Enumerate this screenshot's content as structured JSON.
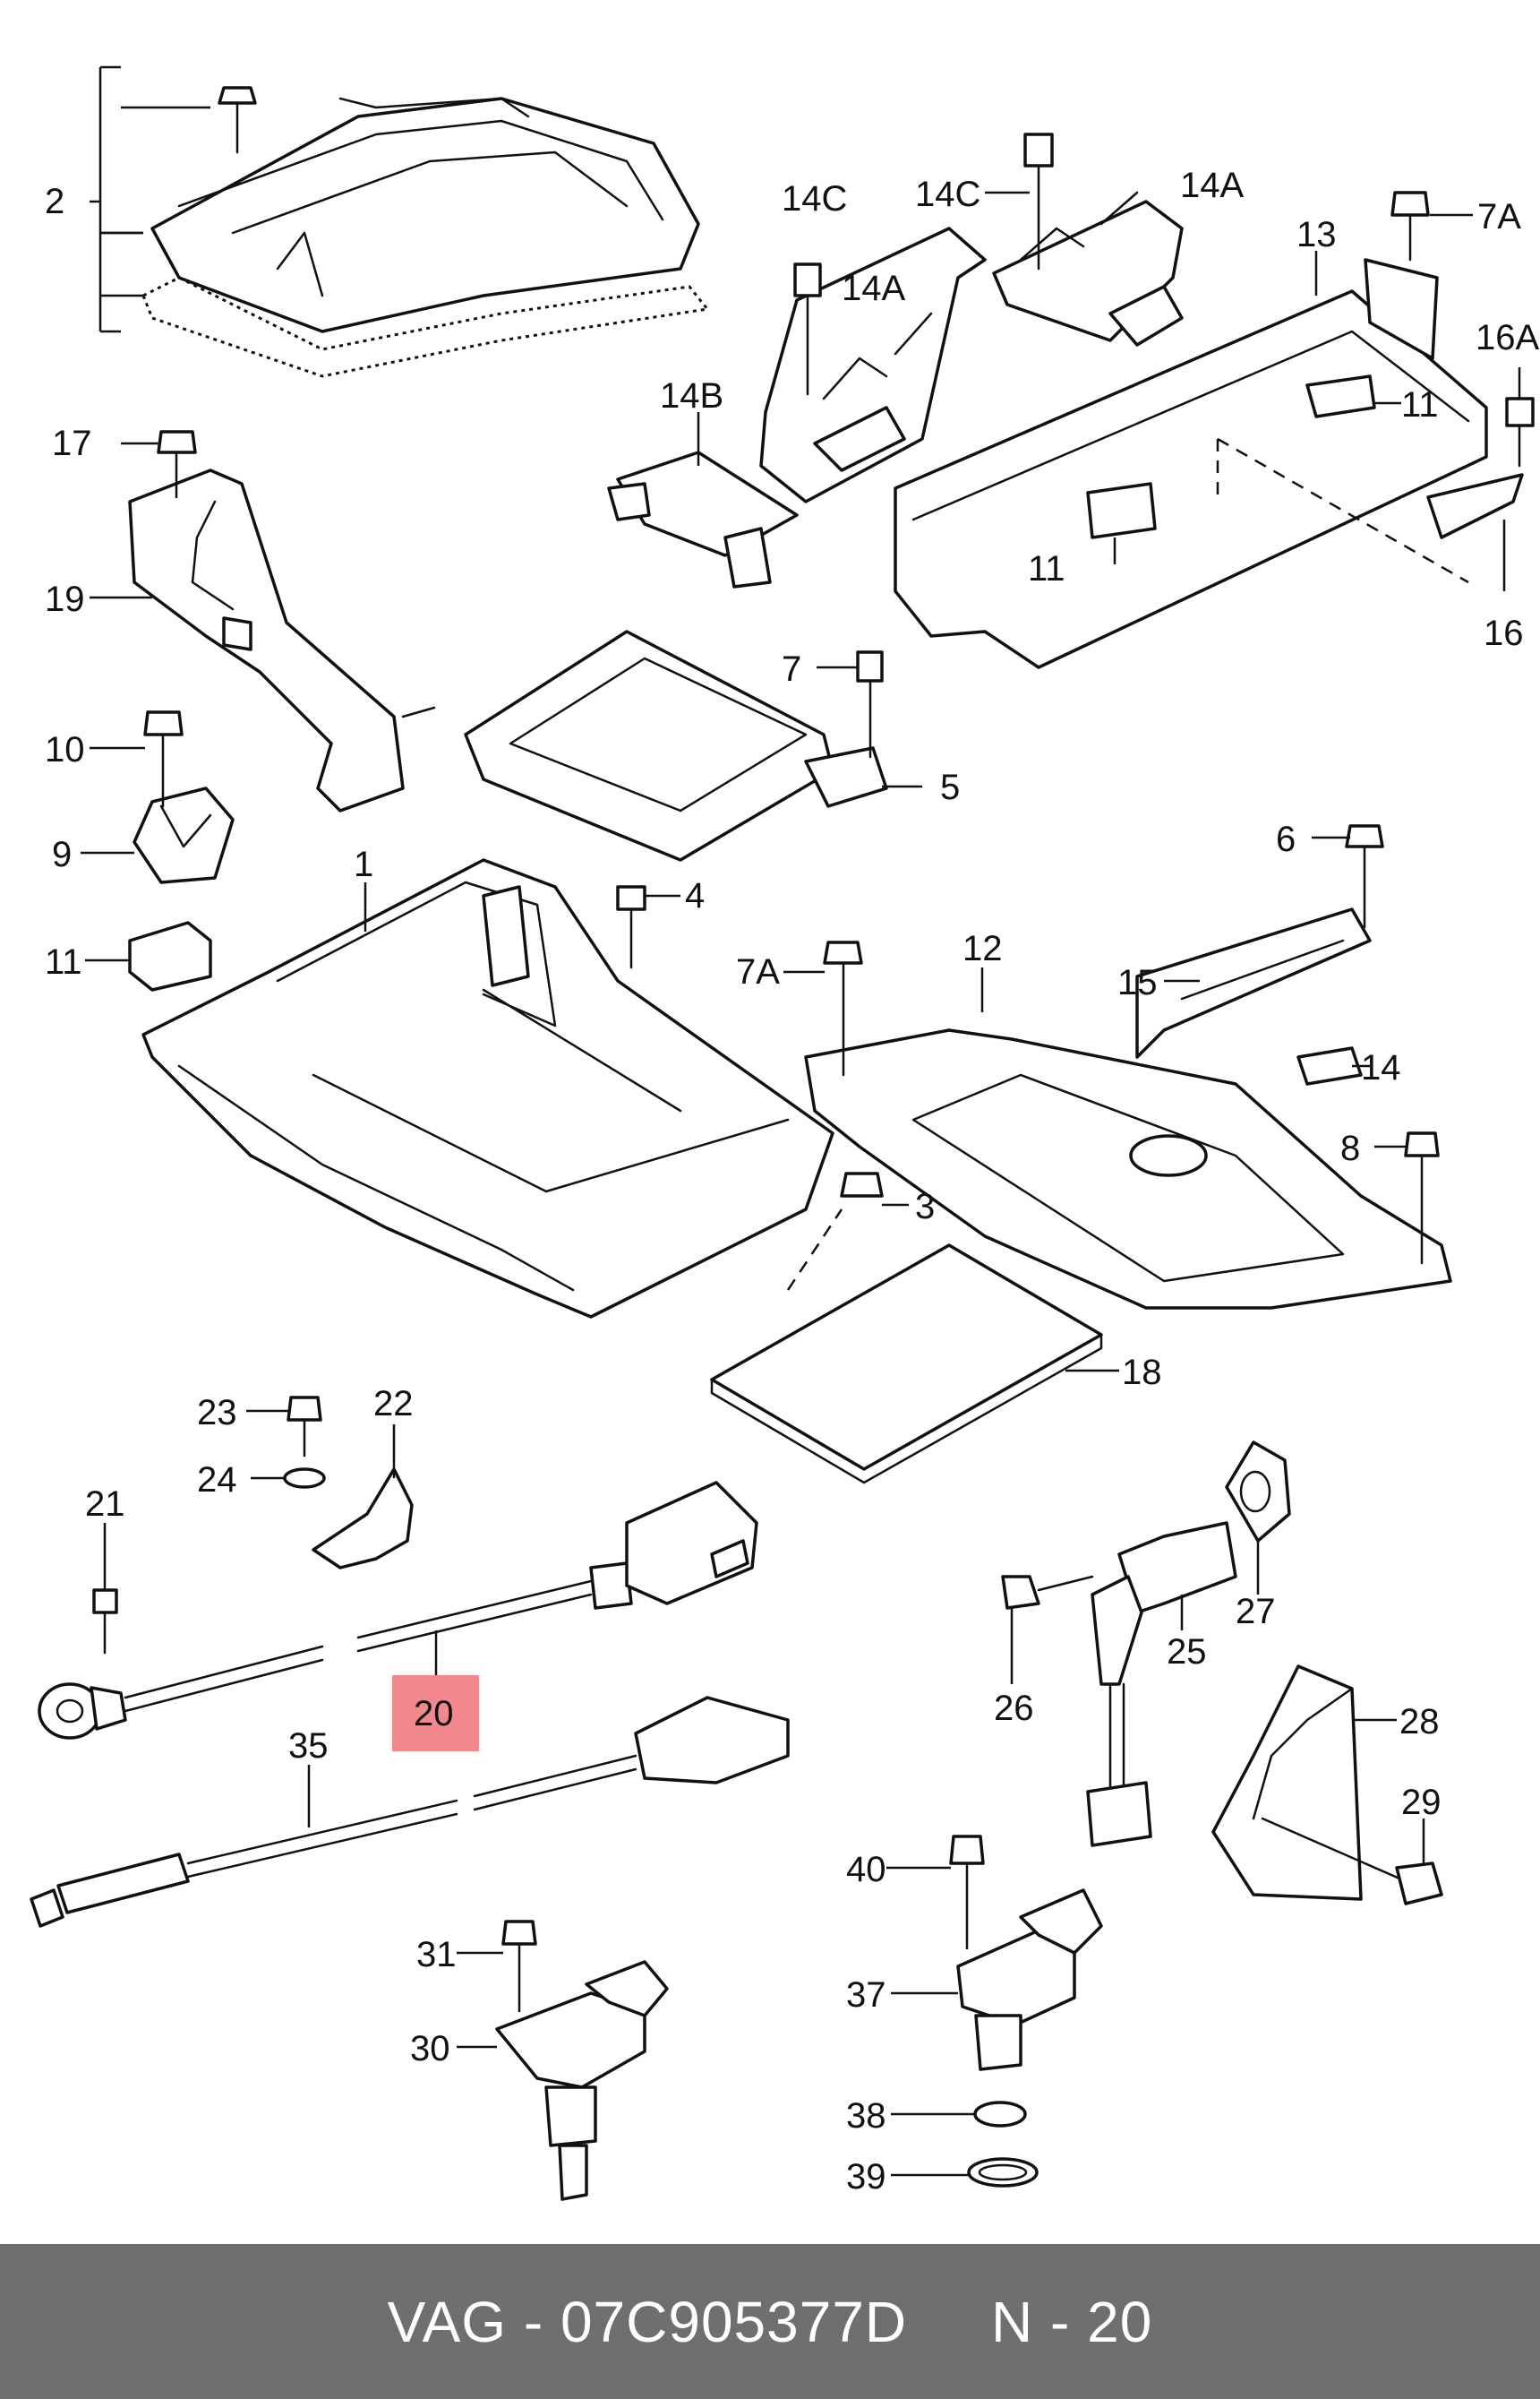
{
  "labels": {
    "l2": "2",
    "l14C_a": "14C",
    "l14C_b": "14C",
    "l14A_a": "14A",
    "l14A_b": "14A",
    "l13": "13",
    "l7A_a": "7A",
    "l16A": "16A",
    "l11_a": "11",
    "l11_b": "11",
    "l16": "16",
    "l14B": "14B",
    "l17": "17",
    "l19": "19",
    "l7": "7",
    "l5": "5",
    "l10": "10",
    "l9": "9",
    "l1": "1",
    "l4": "4",
    "l11_c": "11",
    "l6": "6",
    "l7A_b": "7A",
    "l12": "12",
    "l15": "15",
    "l14": "14",
    "l8": "8",
    "l3": "3",
    "l18": "18",
    "l23": "23",
    "l22": "22",
    "l24": "24",
    "l21": "21",
    "l20": "20",
    "l35": "35",
    "l27": "27",
    "l25": "25",
    "l26": "26",
    "l28": "28",
    "l29": "29",
    "l40": "40",
    "l37": "37",
    "l38": "38",
    "l39": "39",
    "l31": "31",
    "l30": "30"
  },
  "highlight": {
    "part": "20",
    "color": "#f2878e"
  },
  "footer": {
    "brand": "VAG",
    "part_number": "07C905377D",
    "position": "N - 20",
    "text": "VAG - 07C905377D     N - 20",
    "background": "#6f6f6f"
  }
}
